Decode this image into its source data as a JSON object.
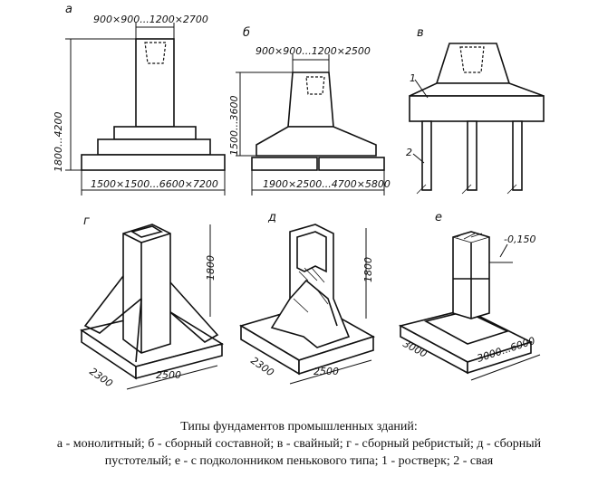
{
  "labels": {
    "a": "а",
    "b": "б",
    "v": "в",
    "g": "г",
    "d": "д",
    "e": "е",
    "n1": "1",
    "n2": "2"
  },
  "dimensions": {
    "a_top": "900×900...1200×2700",
    "a_height": "1800...4200",
    "a_base": "1500×1500...6600×7200",
    "b_top": "900×900...1200×2500",
    "b_height": "1500...3600",
    "b_base": "1900×2500...4700×5800",
    "g_height": "1800",
    "g_side": "2300",
    "g_front": "2500",
    "d_height": "1800",
    "d_side": "2300",
    "d_front": "2500",
    "e_level": "-0,150",
    "e_side": "3000",
    "e_front": "3000...6000"
  },
  "caption": {
    "line1": "Типы фундаментов промышленных зданий:",
    "line2": "а - монолитный; б - сборный составной; в - свайный; г - сборный ребристый; д - сборный",
    "line3": "пустотелый; е - с подколонником пенькового типа; 1 - ростверк; 2 - свая"
  }
}
